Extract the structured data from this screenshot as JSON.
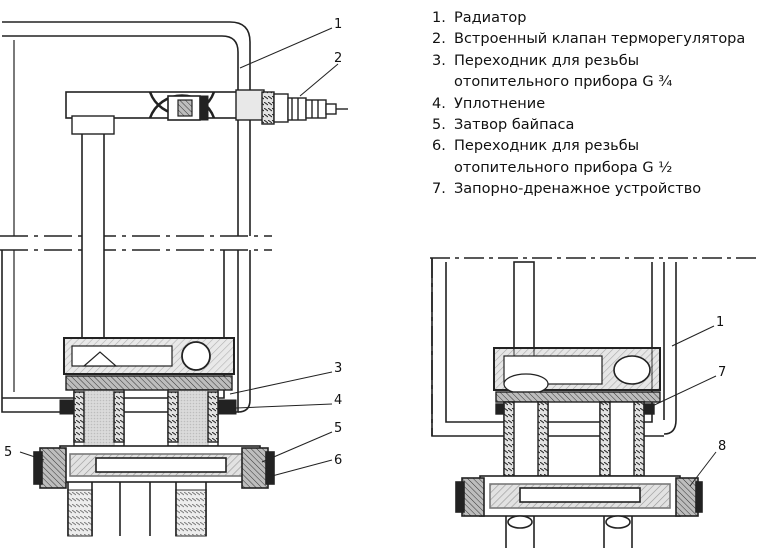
{
  "legend": [
    {
      "num": "1.",
      "text": "Радиатор"
    },
    {
      "num": "2.",
      "text": "Встроенный клапан терморегулятора"
    },
    {
      "num": "3.",
      "text": "Переходник для резьбы отопительного прибора G ¾"
    },
    {
      "num": "4.",
      "text": "Уплотнение"
    },
    {
      "num": "5.",
      "text": "Затвор байпаса"
    },
    {
      "num": "6.",
      "text": "Переходник для резьбы отопительного прибора G ½"
    },
    {
      "num": "7.",
      "text": "Запорно-дренажное устройство"
    }
  ],
  "callouts_left": [
    "1",
    "2",
    "3",
    "4",
    "5",
    "6",
    "5"
  ],
  "callouts_right": [
    "1",
    "7",
    "8"
  ]
}
